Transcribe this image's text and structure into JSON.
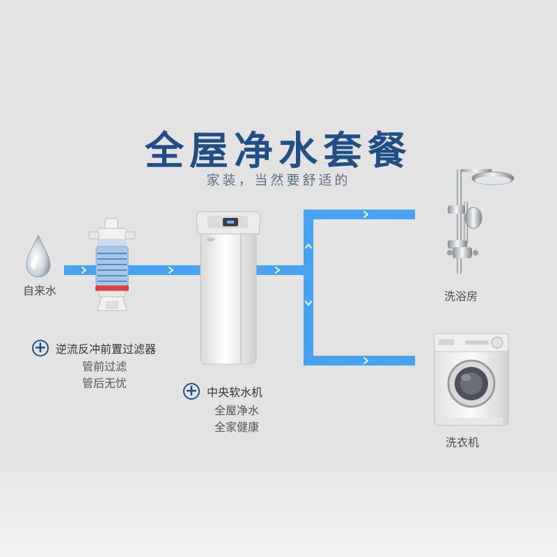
{
  "header": {
    "title": "全屋净水套餐",
    "subtitle": "家装，当然要舒适的"
  },
  "nodes": {
    "source_label": "自来水",
    "shower_label": "洗浴房",
    "washer_label": "洗衣机"
  },
  "features": [
    {
      "title": "逆流反冲前置过滤器",
      "lines": [
        "管前过滤",
        "管后无忧"
      ]
    },
    {
      "title": "中央软水机",
      "lines": [
        "全屋净水",
        "全家健康"
      ]
    }
  ],
  "icons": {
    "plus": "plus-circle-icon",
    "arrow": "chevron-right-icon"
  },
  "colors": {
    "pipe": "#48a2f2",
    "title": "#1f4f86",
    "background": "#e3e3e3"
  }
}
